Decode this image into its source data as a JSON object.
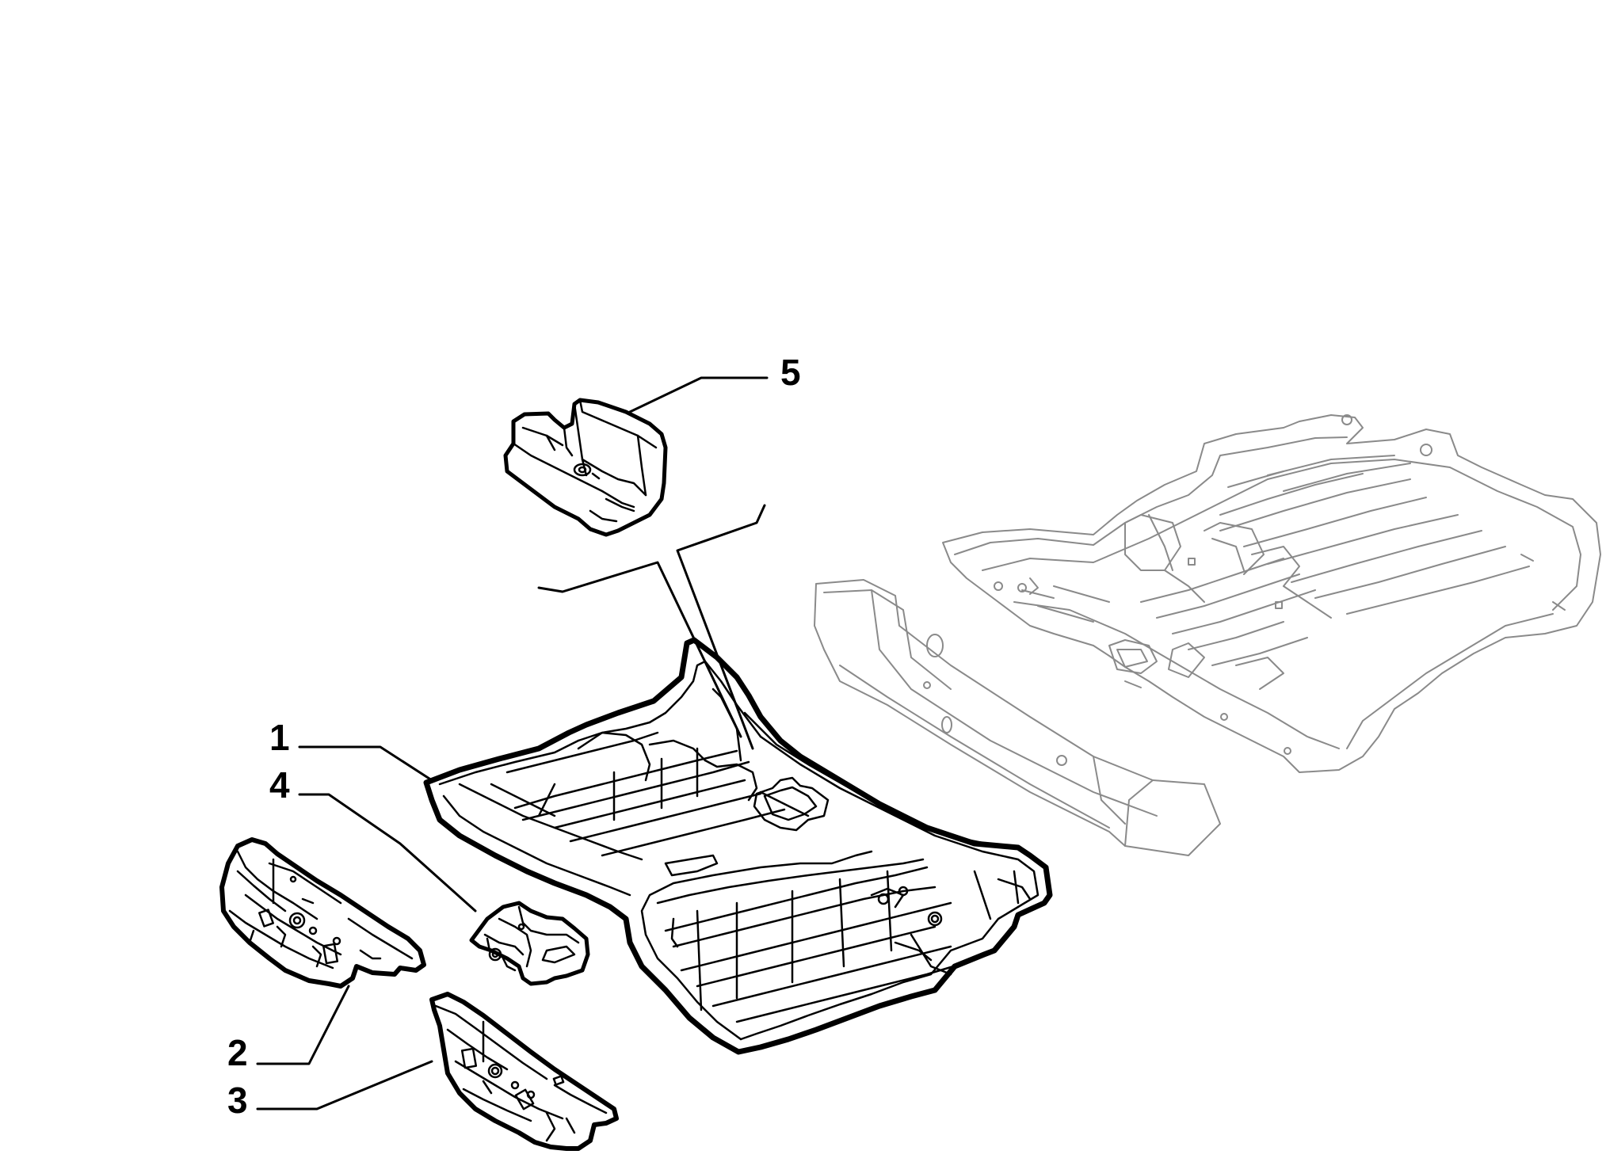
{
  "diagram": {
    "callouts": [
      {
        "id": "1",
        "label": "1",
        "part": "floor-panel"
      },
      {
        "id": "2",
        "label": "2",
        "part": "left-crossmember"
      },
      {
        "id": "3",
        "label": "3",
        "part": "right-crossmember"
      },
      {
        "id": "4",
        "label": "4",
        "part": "bracket"
      },
      {
        "id": "5",
        "label": "5",
        "part": "seat-support-bracket"
      }
    ],
    "colors": {
      "line": "#000000",
      "ghost_line": "#8a8a8a",
      "background": "#ffffff"
    }
  }
}
